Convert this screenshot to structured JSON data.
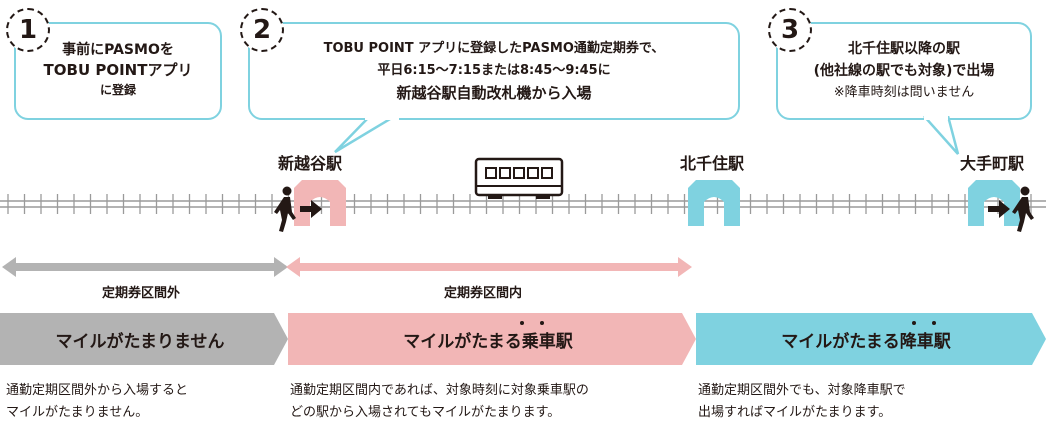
{
  "steps": [
    {
      "number": "1",
      "lines": [
        "事前にPASMOを",
        "TOBU POINTアプリ",
        "に登録"
      ]
    },
    {
      "number": "2",
      "lines": [
        "TOBU POINT アプリに登録したPASMO通勤定期券で、",
        "平日6:15〜7:15または8:45〜9:45に",
        "新越谷駅自動改札機から入場"
      ]
    },
    {
      "number": "3",
      "lines": [
        "北千住駅以降の駅",
        "(他社線の駅でも対象)で出場",
        "※降車時刻は問いません"
      ]
    }
  ],
  "stations": {
    "shinkoshigaya": "新越谷駅",
    "kitasenju": "北千住駅",
    "otemachi": "大手町駅"
  },
  "segments": {
    "outside": "定期券区間外",
    "inside": "定期券区間内"
  },
  "banners": {
    "none": "マイルがたまりません",
    "board": "マイルがたまる乗車駅",
    "alight": "マイルがたまる降車駅"
  },
  "descriptions": {
    "none": [
      "通勤定期区間外から入場すると",
      "マイルがたまりません。"
    ],
    "board": [
      "通勤定期区間内であれば、対象時刻に対象乗車駅の",
      "どの駅から入場されてもマイルがたまります。"
    ],
    "alight": [
      "通勤定期区間外でも、対象降車駅で",
      "出場すればマイルがたまります。"
    ]
  },
  "colors": {
    "gray": "#b3b3b3",
    "pink": "#f2b6b6",
    "blue": "#7fd2e0",
    "dark": "#231815"
  },
  "icons": [
    "clock-step-icon",
    "train-icon",
    "gate-icon",
    "walking-person-icon",
    "arrow-right-icon"
  ]
}
